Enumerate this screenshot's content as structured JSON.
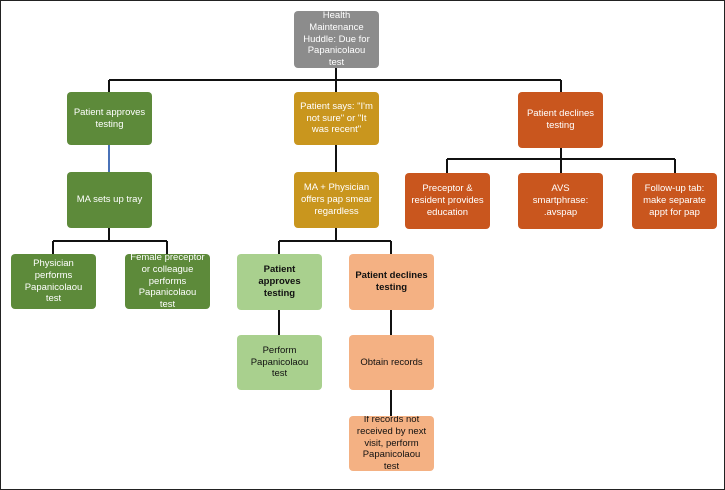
{
  "colors": {
    "root": "#8c8c8c",
    "approve": "#5d8a3a",
    "unsure": "#c9961e",
    "decline": "#c9561e",
    "sub_approve": "#a9d08e",
    "sub_decline": "#f4b183",
    "connector": "#111111",
    "connector_accent": "#4a72b8"
  },
  "flowchart": {
    "root": "Health Maintenance Huddle: Due for Papanicolaou test",
    "approve": {
      "label": "Patient approves testing",
      "step": "MA sets up tray",
      "options": [
        "Physician performs Papanicolaou test",
        "Female preceptor or colleague performs Papanicolaou test"
      ]
    },
    "unsure": {
      "label": "Patient says: \"I'm not sure\" or \"It was recent\"",
      "step": "MA + Physician offers pap smear regardless",
      "approves": {
        "label": "Patient approves testing",
        "step": "Perform Papanicolaou test"
      },
      "declines": {
        "label": "Patient declines testing",
        "step": "Obtain records",
        "followup": "If records not received by next visit, perform Papanicolaou test"
      }
    },
    "decline": {
      "label": "Patient declines testing",
      "options": [
        "Preceptor & resident provides education",
        "AVS smartphrase: .avspap",
        "Follow-up tab: make separate appt for pap"
      ]
    }
  }
}
